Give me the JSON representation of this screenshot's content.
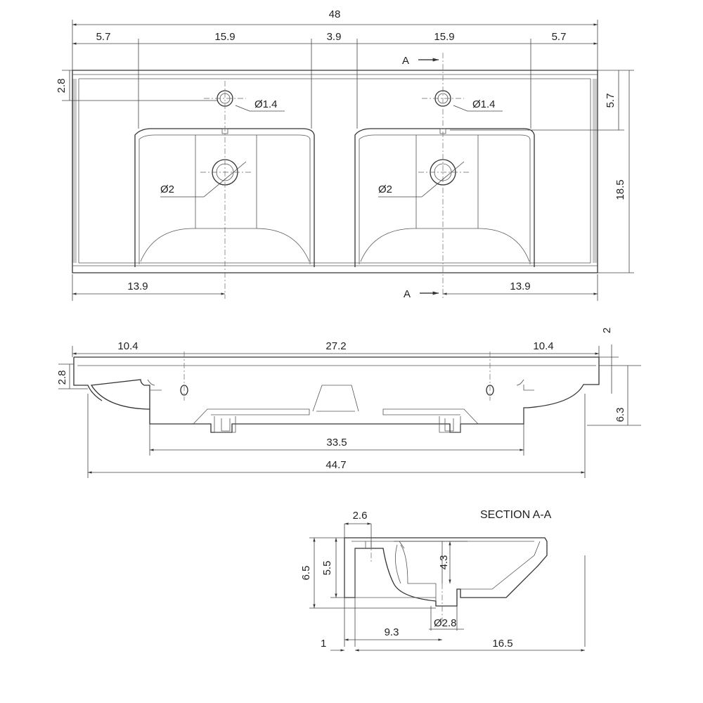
{
  "top_view": {
    "overall_width": "48",
    "segments": [
      "5.7",
      "15.9",
      "3.9",
      "15.9",
      "5.7"
    ],
    "rim_depth": "2.8",
    "tap_hole_offset": "5.7",
    "overall_depth": "18.5",
    "tap_hole_diameter": "Ø1.4",
    "drain_diameter": "Ø2",
    "drain_offset_left": "13.9",
    "drain_offset_right": "13.9",
    "section_marker": "A"
  },
  "front_view": {
    "left_offset": "10.4",
    "center_span": "27.2",
    "right_offset": "10.4",
    "top_thickness": "2",
    "left_height": "2.8",
    "total_height": "6.3",
    "bottom_width": "33.5",
    "base_width": "44.7"
  },
  "section_view": {
    "title": "SECTION A-A",
    "rim_width": "2.6",
    "overall_height": "6.5",
    "inner_height": "5.5",
    "bowl_depth": "4.3",
    "drain_diameter": "Ø2.8",
    "drain_offset": "9.3",
    "wall_offset": "1",
    "overall_depth": "16.5"
  }
}
